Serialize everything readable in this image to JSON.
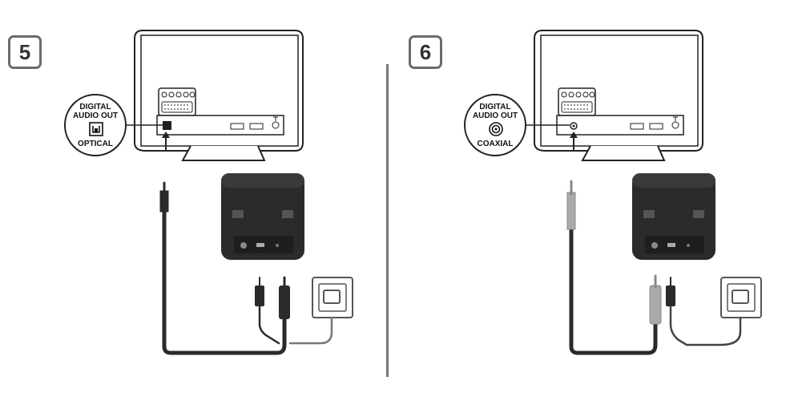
{
  "steps": [
    {
      "number": "5",
      "callout": {
        "line1": "DIGITAL",
        "line2": "AUDIO OUT",
        "line3": "OPTICAL",
        "symbol": "optical-port-icon"
      },
      "cable_color": "#2a2a2a"
    },
    {
      "number": "6",
      "callout": {
        "line1": "DIGITAL",
        "line2": "AUDIO OUT",
        "line3": "COAXIAL",
        "symbol": "coaxial-port-icon"
      },
      "cable_color": "#aaaaaa"
    }
  ],
  "colors": {
    "line": "#222222",
    "device_body": "#2b2b2b",
    "divider": "#777777"
  }
}
